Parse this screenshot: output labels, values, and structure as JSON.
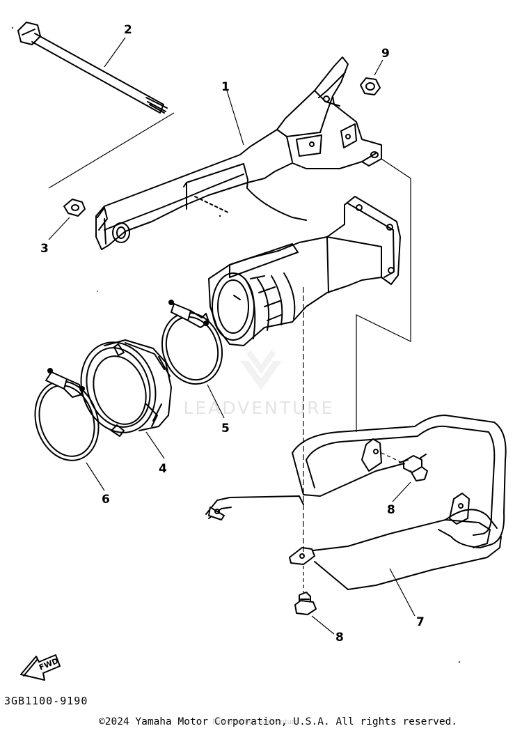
{
  "diagram": {
    "callouts": [
      {
        "id": "1",
        "label": "1"
      },
      {
        "id": "2",
        "label": "2"
      },
      {
        "id": "3",
        "label": "3"
      },
      {
        "id": "4",
        "label": "4"
      },
      {
        "id": "5",
        "label": "5"
      },
      {
        "id": "6",
        "label": "6"
      },
      {
        "id": "7",
        "label": "7"
      },
      {
        "id": "8a",
        "label": "8"
      },
      {
        "id": "8b",
        "label": "8"
      },
      {
        "id": "9",
        "label": "9"
      }
    ],
    "fwd_label": "FWD",
    "watermark": "LEADVENTURE"
  },
  "footer": {
    "part_code": "3GB1100-9190",
    "copyright": "©2024 Yamaha Motor Corporation, U.S.A. All rights reserved.",
    "powered_by": "Powered by LeadVenture"
  }
}
